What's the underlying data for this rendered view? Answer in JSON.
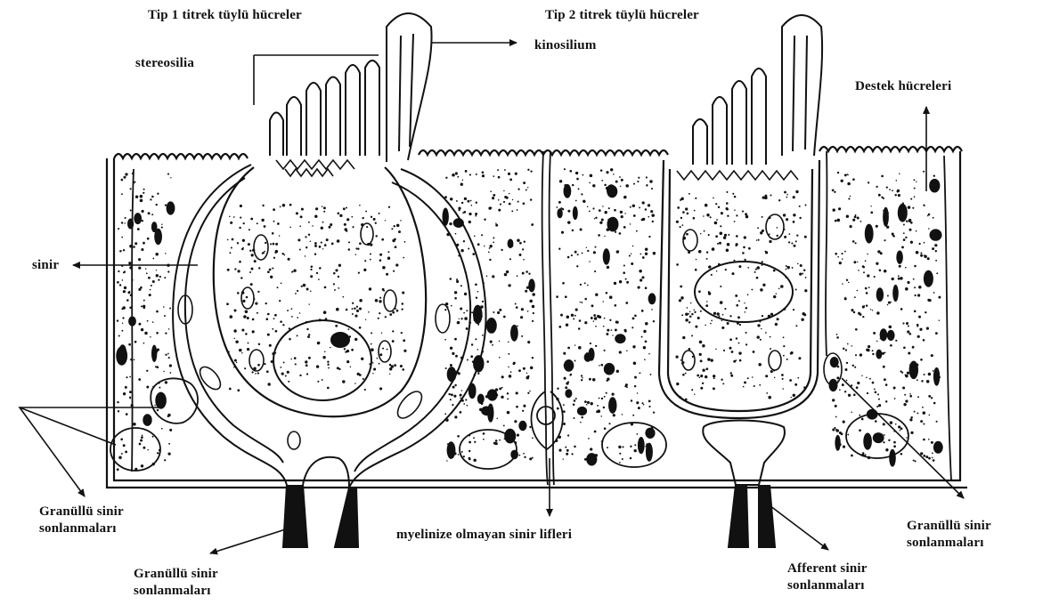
{
  "labels": {
    "type1_hair_cells": "Tip 1 titrek tüylü hücreler",
    "type2_hair_cells": "Tip 2 titrek tüylü hücreler",
    "stereocilia": "stereosilia",
    "kinocilium": "kinosilium",
    "supporting_cells": "Destek hücreleri",
    "nerve": "sinir",
    "granular_endings_left_line1": "Granüllü sinir",
    "granular_endings_left_line2": "sonlanmaları",
    "granular_endings_bottom_line1": "Granüllü sinir",
    "granular_endings_bottom_line2": "sonlanmaları",
    "unmyelinated_fibers": "myelinize olmayan sinir lifleri",
    "afferent_endings_line1": "Afferent sinir",
    "afferent_endings_line2": "sonlanmaları",
    "granular_endings_right_line1": "Granüllü sinir",
    "granular_endings_right_line2": "sonlanmaları"
  },
  "colors": {
    "ink": "#111111",
    "background": "#ffffff"
  }
}
